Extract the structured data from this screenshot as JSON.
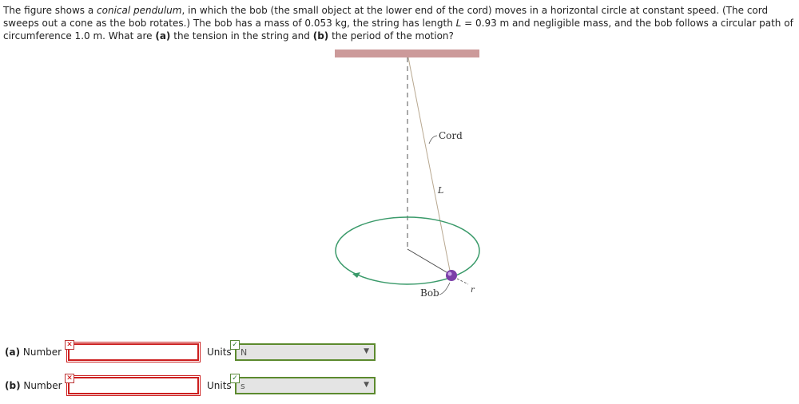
{
  "question": {
    "t1": "The figure shows a ",
    "t2": "conical pendulum",
    "t3": ", in which the bob (the small object at the lower end of the cord) moves in a horizontal circle at constant speed. (The cord sweeps out a cone as the bob rotates.) The bob has a mass of 0.053 kg, the string has length ",
    "t4": "L",
    "t5": " = 0.93 m and negligible mass, and the bob follows a circular path of circumference 1.0 m. What are ",
    "t6": "(a)",
    "t7": " the tension in the string and ",
    "t8": "(b)",
    "t9": " the period of the motion?"
  },
  "figure": {
    "cord_label": "Cord",
    "length_label": "L",
    "bob_label": "Bob",
    "radius_label": "r",
    "colors": {
      "ceiling": "#cc9a9a",
      "circle": "#3a9a6a",
      "bob": "#7b3fa8",
      "cord": "#b8a890"
    }
  },
  "answers": [
    {
      "part": "(a)",
      "label": "Number",
      "status_icon": "x-mark-icon",
      "status_glyph": "✕",
      "value": "",
      "units_label": "Units",
      "units_status_icon": "check-mark-icon",
      "units_status_glyph": "✓",
      "units_value": "N"
    },
    {
      "part": "(b)",
      "label": "Number",
      "status_icon": "x-mark-icon",
      "status_glyph": "✕",
      "value": "",
      "units_label": "Units",
      "units_status_icon": "check-mark-icon",
      "units_status_glyph": "✓",
      "units_value": "s"
    }
  ]
}
